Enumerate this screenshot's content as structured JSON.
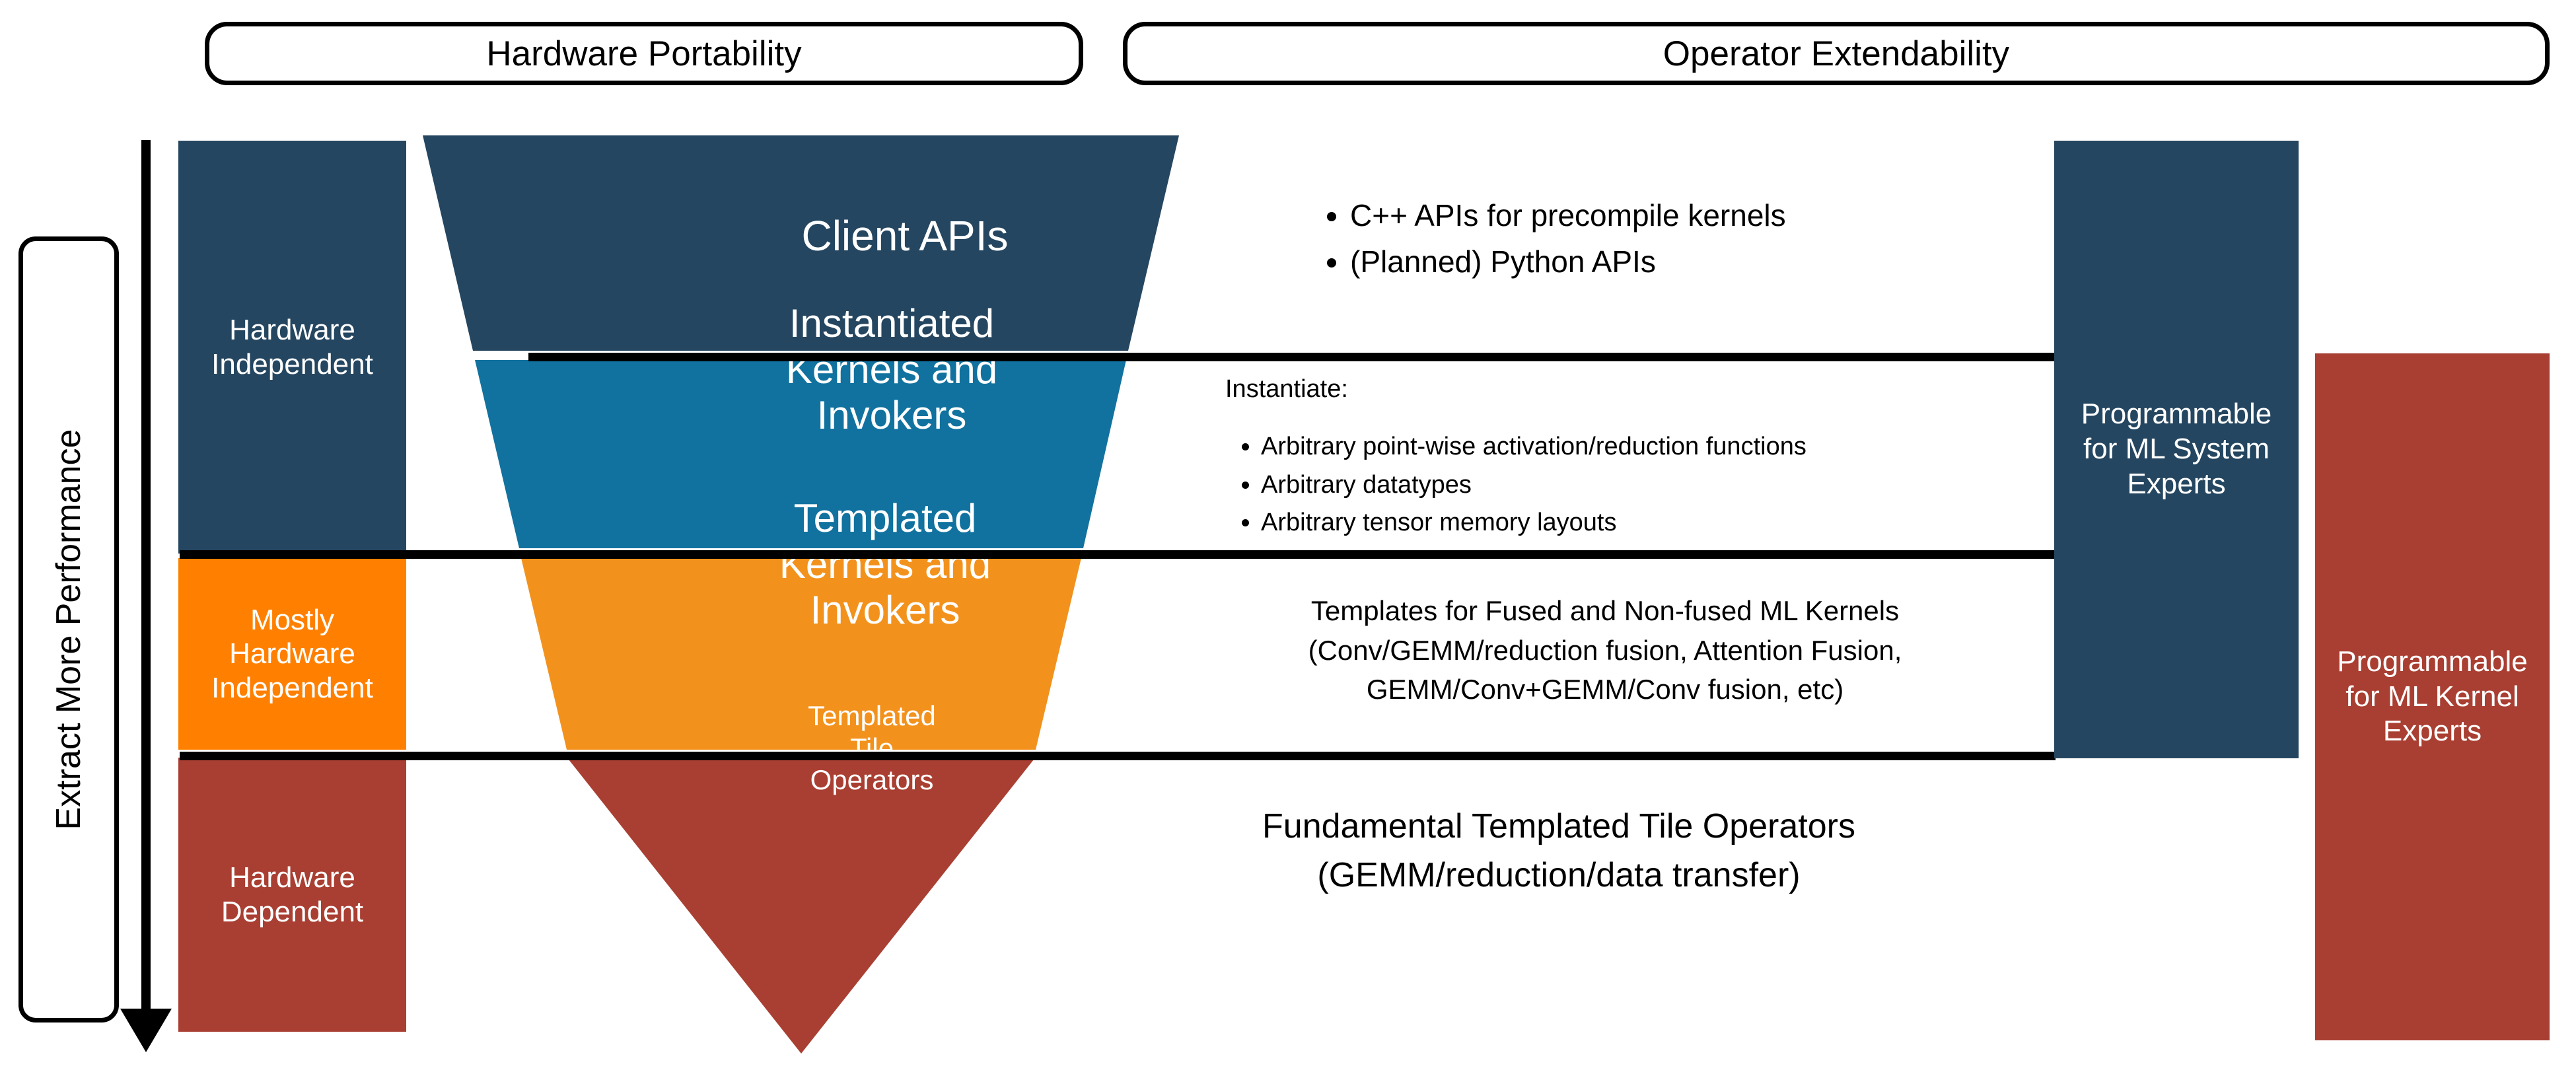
{
  "headers": {
    "hardware_portability": "Hardware Portability",
    "operator_extendability": "Operator Extendability"
  },
  "axis": {
    "label": "Extract More Performance",
    "arrow_icon": "down-arrow-icon"
  },
  "levels": [
    {
      "label": "Hardware\nIndependent",
      "color": "#254660"
    },
    {
      "label": "Mostly\nHardware\nIndependent",
      "color": "#FF8000"
    },
    {
      "label": "Hardware\nDependent",
      "color": "#A93F32"
    }
  ],
  "funnel": {
    "stages": [
      {
        "name": "Client APIs",
        "label": "Client APIs",
        "color": "#254660"
      },
      {
        "name": "Instantiated Kernels and Invokers",
        "label": "Instantiated\nKernels and\nInvokers",
        "color": "#11729F"
      },
      {
        "name": "Templated Kernels and Invokers",
        "label": "Templated\nKernels and\nInvokers",
        "color": "#F2921D"
      },
      {
        "name": "Templated Tile Operators",
        "label": "Templated\nTile\nOperators",
        "color": "#A93F32"
      }
    ]
  },
  "descriptions": {
    "client_apis": {
      "bullets": [
        "C++ APIs for precompile kernels",
        "(Planned) Python APIs"
      ]
    },
    "instantiated": {
      "intro": "Instantiate:",
      "bullets": [
        "Arbitrary point-wise activation/reduction functions",
        "Arbitrary datatypes",
        "Arbitrary tensor memory layouts"
      ]
    },
    "templated": {
      "lines": [
        "Templates for Fused and Non-fused ML Kernels",
        "(Conv/GEMM/reduction fusion, Attention Fusion,",
        "GEMM/Conv+GEMM/Conv fusion, etc)"
      ]
    },
    "fundamental": {
      "lines": [
        "Fundamental Templated Tile Operators",
        "(GEMM/reduction/data transfer)"
      ]
    }
  },
  "audiences": [
    {
      "label": "Programmable\nfor ML System\nExperts",
      "color": "#254660"
    },
    {
      "label": "Programmable\nfor ML Kernel\nExperts",
      "color": "#A93F32"
    }
  ],
  "colors": {
    "dark_blue": "#254660",
    "medium_blue": "#11729F",
    "orange_bar": "#FF8000",
    "orange_funnel": "#F2921D",
    "red": "#A93F32",
    "black": "#000000",
    "white": "#ffffff"
  }
}
